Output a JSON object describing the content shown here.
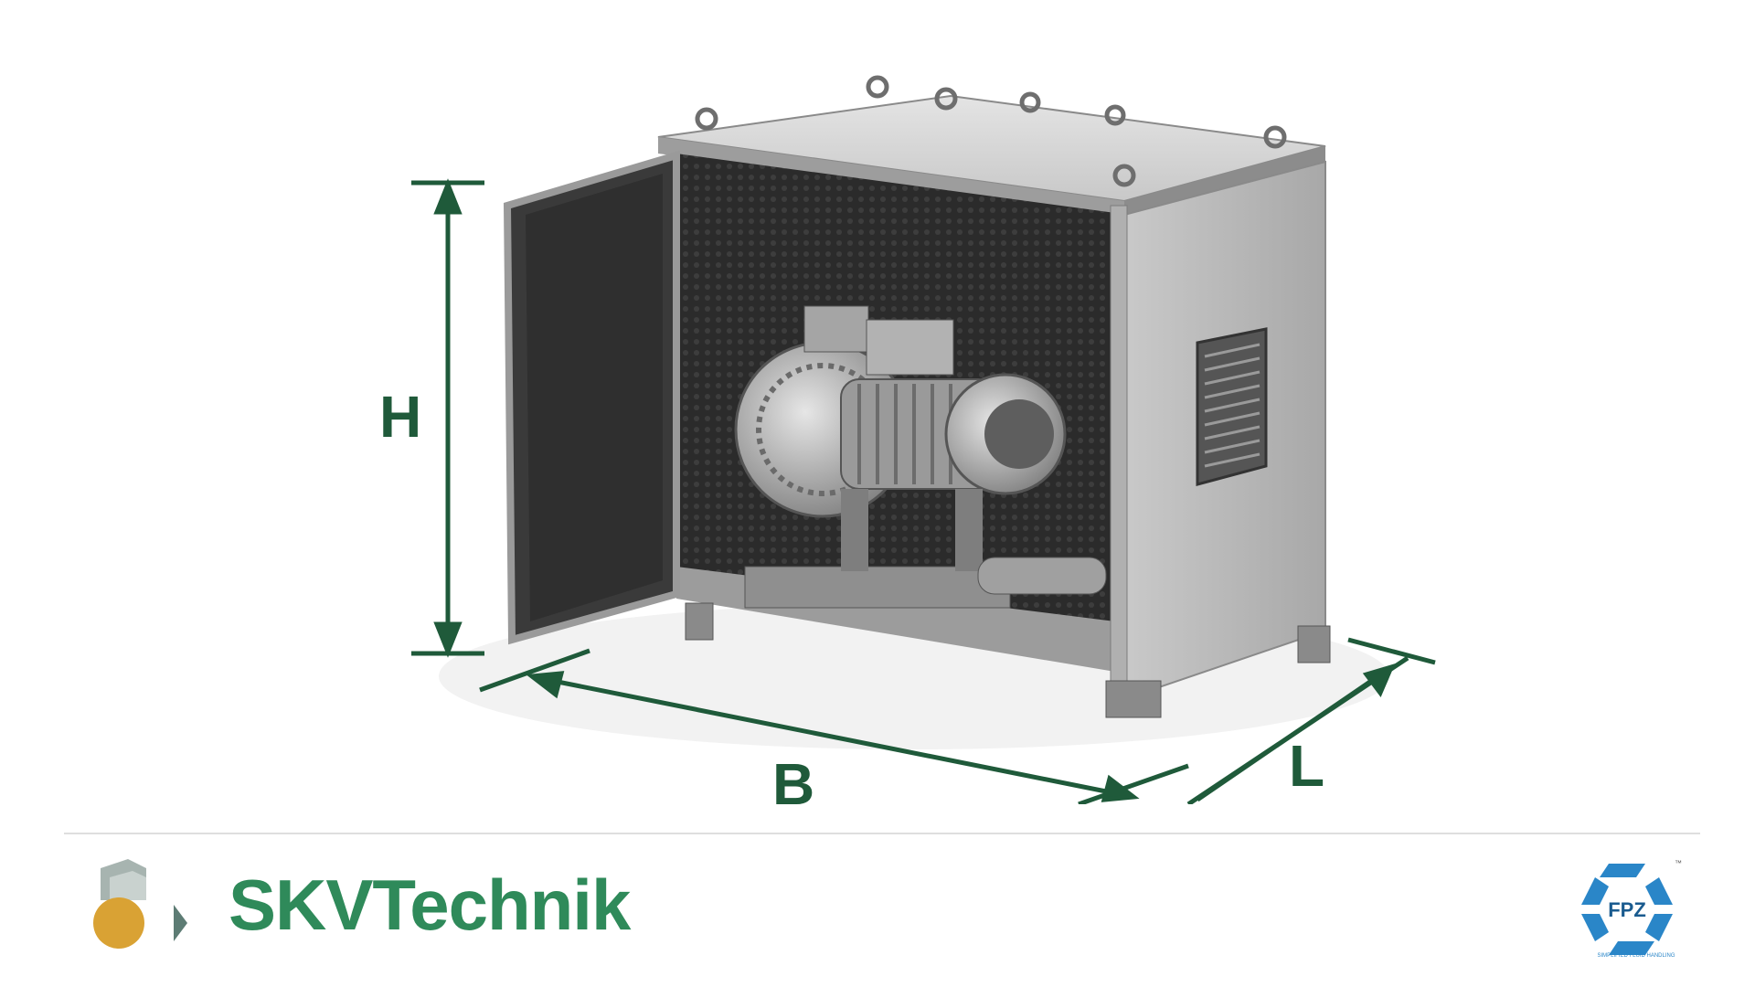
{
  "diagram": {
    "dimension_labels": {
      "height": "H",
      "width": "B",
      "length": "L"
    },
    "colors": {
      "dimension_lines": "#1f5a3a",
      "enclosure": "#b5b5b5",
      "interior": "#2a2a2a"
    }
  },
  "footer": {
    "brand_name": "SKVTechnik",
    "brand_color": "#2f8a5a",
    "partner_logo_text": "FPZ",
    "partner_tagline": "SIMPLIFIED FLUID HANDLING",
    "partner_trademark": "™",
    "partner_color": "#2a86c8"
  }
}
